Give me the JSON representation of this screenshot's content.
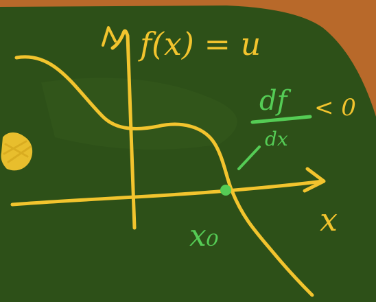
{
  "colors": {
    "wood_frame": "#b8692a",
    "board": "#2d5018",
    "chalk_yellow": "#f2c42e",
    "chalk_green": "#55cc55"
  },
  "labels": {
    "function_title": "f(x) = u",
    "derivative_numerator": "df",
    "derivative_denominator": "dx",
    "derivative_condition": "< 0",
    "x_axis_label": "x",
    "root_label": "x₀"
  }
}
